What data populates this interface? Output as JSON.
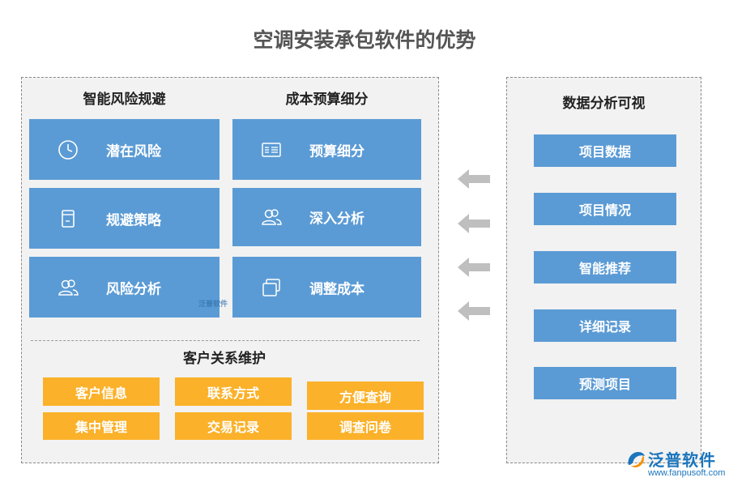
{
  "title": "空调安装承包软件的优势",
  "left_panel": {
    "risk_section": {
      "title": "智能风险规避",
      "items": [
        {
          "label": "潜在风险",
          "icon": "clock-icon"
        },
        {
          "label": "规避策略",
          "icon": "document-icon"
        },
        {
          "label": "风险分析",
          "icon": "users-icon"
        }
      ]
    },
    "budget_section": {
      "title": "成本预算细分",
      "items": [
        {
          "label": "预算细分",
          "icon": "list-icon"
        },
        {
          "label": "深入分析",
          "icon": "users-icon"
        },
        {
          "label": "调整成本",
          "icon": "windows-icon"
        }
      ]
    },
    "customer_section": {
      "title": "客户关系维护",
      "items": [
        "客户信息",
        "联系方式",
        "方便查询",
        "集中管理",
        "交易记录",
        "调查问卷"
      ]
    }
  },
  "right_panel": {
    "title": "数据分析可视",
    "items": [
      "项目数据",
      "项目情况",
      "智能推荐",
      "详细记录",
      "预测项目"
    ]
  },
  "watermark": "泛普软件",
  "logo": {
    "name": "泛普软件",
    "url": "www.fanpusoft.com"
  },
  "colors": {
    "tile_blue": "#5b9bd5",
    "orange": "#fbb129",
    "panel_bg": "#f2f2f2",
    "arrow_gray": "#bfbfbf",
    "brand_blue": "#1b75bc"
  }
}
